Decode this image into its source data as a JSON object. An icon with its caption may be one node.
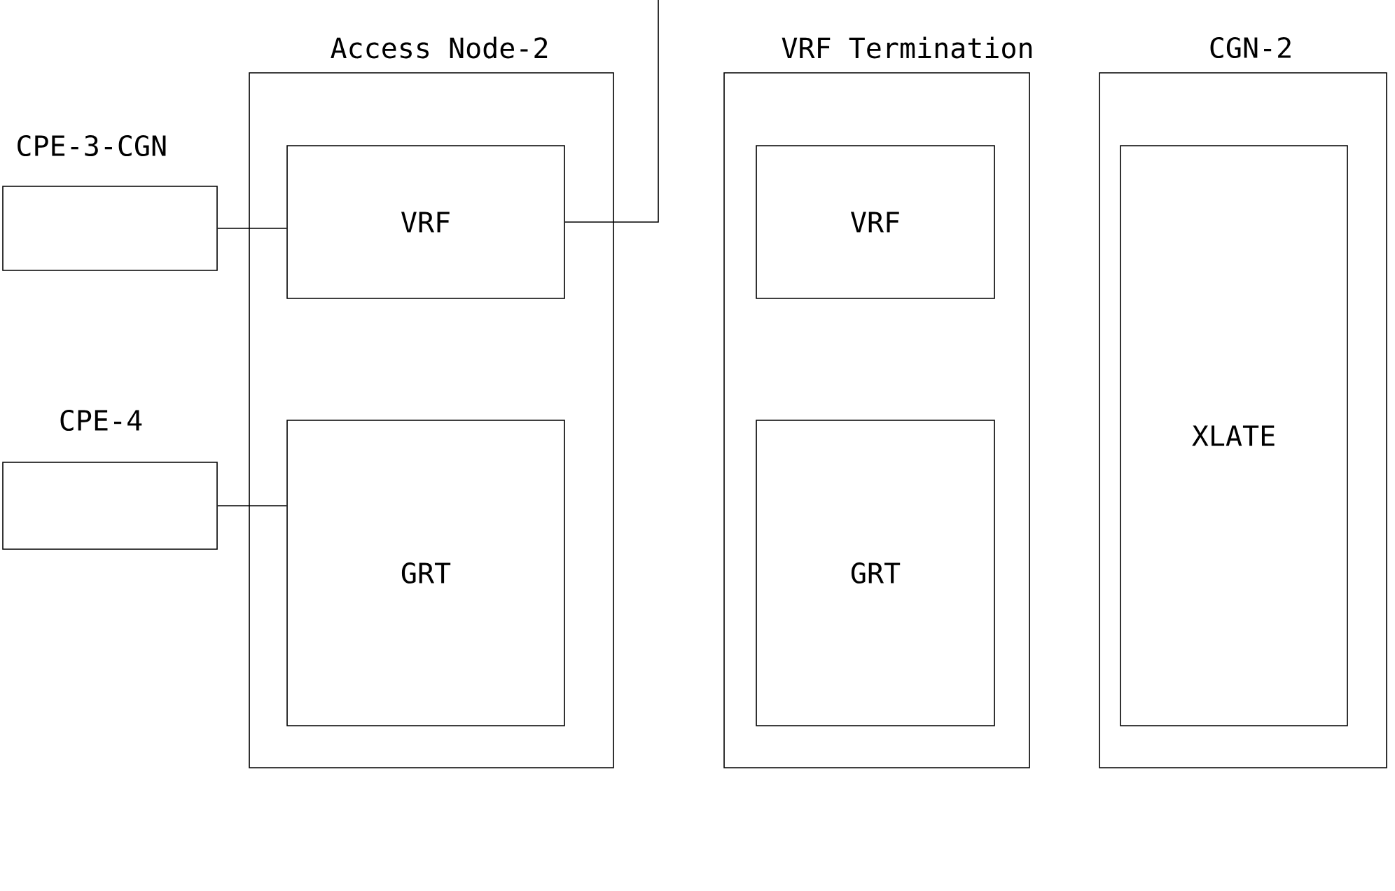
{
  "diagram": {
    "nodes": [
      {
        "text": [
          "Access Node-2"
        ]
      },
      {
        "text": [
          "VRF"
        ],
        "in": 0
      },
      {
        "text": [
          "GRT"
        ],
        "in": 0
      },
      {
        "text": [
          "CPE-3-CGN"
        ]
      },
      {
        "text": [
          "CPE-4"
        ]
      },
      {
        "text": [
          "VRF Termination"
        ]
      },
      {
        "text": [
          "VRF"
        ],
        "in": 5
      },
      {
        "text": [
          "GRT"
        ],
        "in": 5
      },
      {
        "text": [
          "CGN-2"
        ]
      },
      {
        "text": [
          "XLATE"
        ],
        "in": 8
      }
    ],
    "edges": [
      {
        "from": 3,
        "to": 1,
        "arrow": "none"
      },
      {
        "from": 1,
        "to": null,
        "arrow": "none"
      },
      {
        "from": 4,
        "to": 2,
        "arrow": "none"
      }
    ]
  }
}
